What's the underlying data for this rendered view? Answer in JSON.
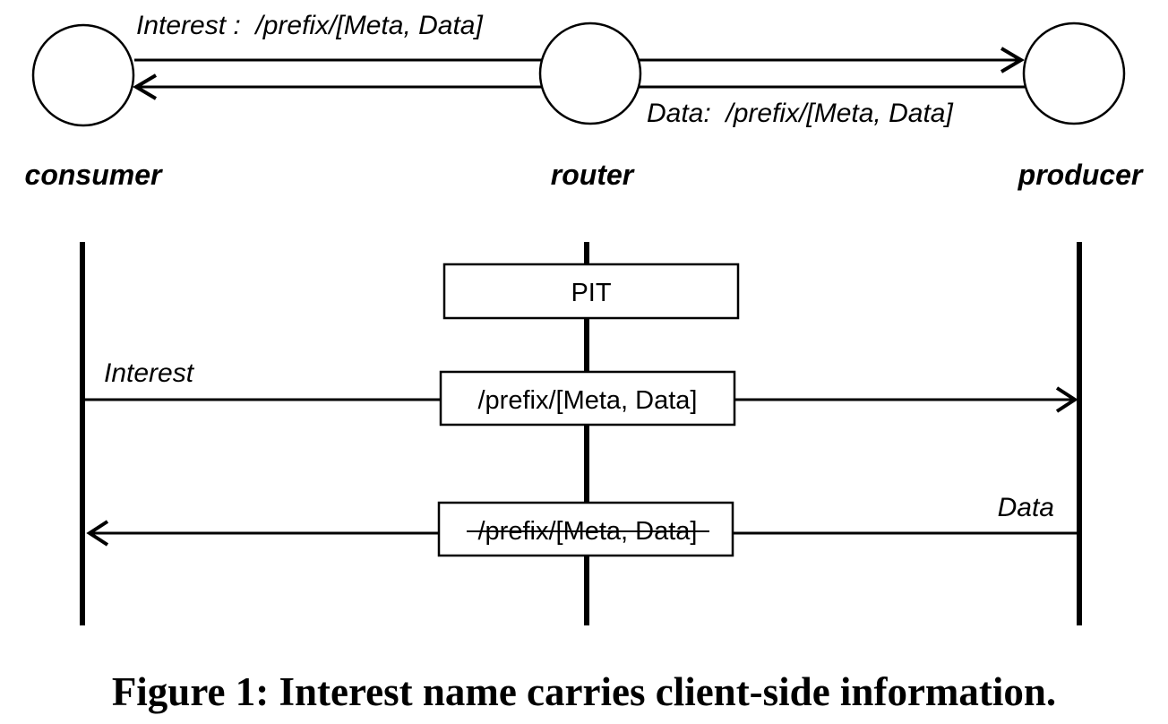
{
  "top": {
    "interest_label": "Interest :  /prefix/[Meta, Data]",
    "data_label": "Data:  /prefix/[Meta, Data]"
  },
  "nodes": {
    "consumer": "consumer",
    "router": "router",
    "producer": "producer"
  },
  "sequence": {
    "pit_label": "PIT",
    "interest_label": "Interest",
    "interest_name": "/prefix/[Meta, Data]",
    "data_label": "Data",
    "data_name": "/prefix/[Meta, Data]"
  },
  "caption": "Figure 1: Interest name carries client-side information."
}
